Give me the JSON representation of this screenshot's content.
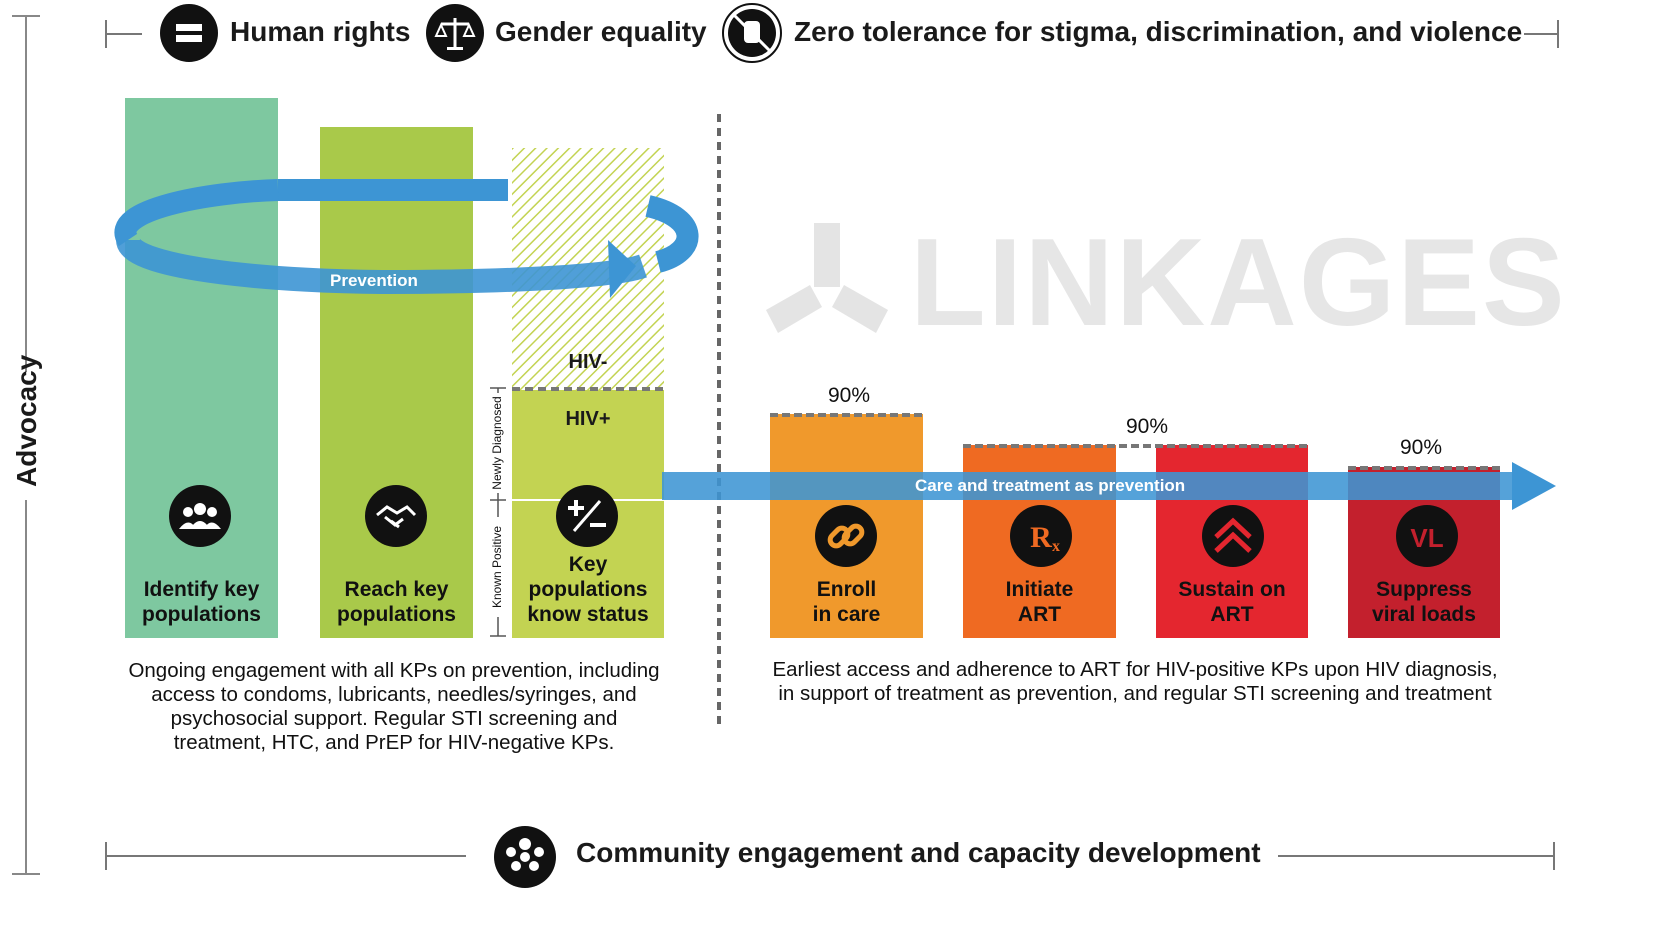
{
  "header": {
    "human_rights": "Human rights",
    "gender_equality": "Gender equality",
    "zero_tolerance": "Zero tolerance for stigma, discrimination, and violence"
  },
  "side_label": "Advocacy",
  "watermark": "LINKAGES",
  "prevention_label": "Prevention",
  "care_label": "Care and treatment as prevention",
  "hiv_neg": "HIV-",
  "hiv_pos": "HIV+",
  "newly_diagnosed": "Newly Diagnosed",
  "known_positive": "Known Positive",
  "bars": [
    {
      "label_line1": "Identify key",
      "label_line2": "populations",
      "icon": "people-group-icon"
    },
    {
      "label_line1": "Reach key",
      "label_line2": "populations",
      "icon": "handshake-icon"
    },
    {
      "label_line1": "Key",
      "label_line2": "populations",
      "label_line3": "know status",
      "icon": "plus-minus-icon"
    },
    {
      "label_line1": "Enroll",
      "label_line2": "in care",
      "icon": "link-chain-icon"
    },
    {
      "label_line1": "Initiate",
      "label_line2": "ART",
      "icon": "rx-icon"
    },
    {
      "label_line1": "Sustain on",
      "label_line2": "ART",
      "icon": "double-chevron-up-icon"
    },
    {
      "label_line1": "Suppress",
      "label_line2": "viral loads",
      "icon": "vl-icon"
    }
  ],
  "percentages": [
    "90%",
    "90%",
    "90%"
  ],
  "left_paragraph": [
    "Ongoing engagement with all KPs on prevention, including",
    "access to condoms, lubricants, needles/syringes, and",
    "psychosocial support. Regular STI screening and",
    "treatment, HTC, and PrEP for HIV-negative KPs."
  ],
  "right_paragraph": [
    "Earliest access and adherence to ART for HIV-positive KPs upon HIV diagnosis,",
    "in support of treatment as prevention, and regular STI screening and treatment"
  ],
  "footer": "Community engagement and capacity development",
  "colors": {
    "teal": "#7ec8a0",
    "green": "#a9c94a",
    "lightgreen": "#c3d352",
    "orange1": "#f0992c",
    "orange2": "#ef6a22",
    "red1": "#e4262f",
    "red2": "#c3202d",
    "blue": "#3d95d4"
  }
}
